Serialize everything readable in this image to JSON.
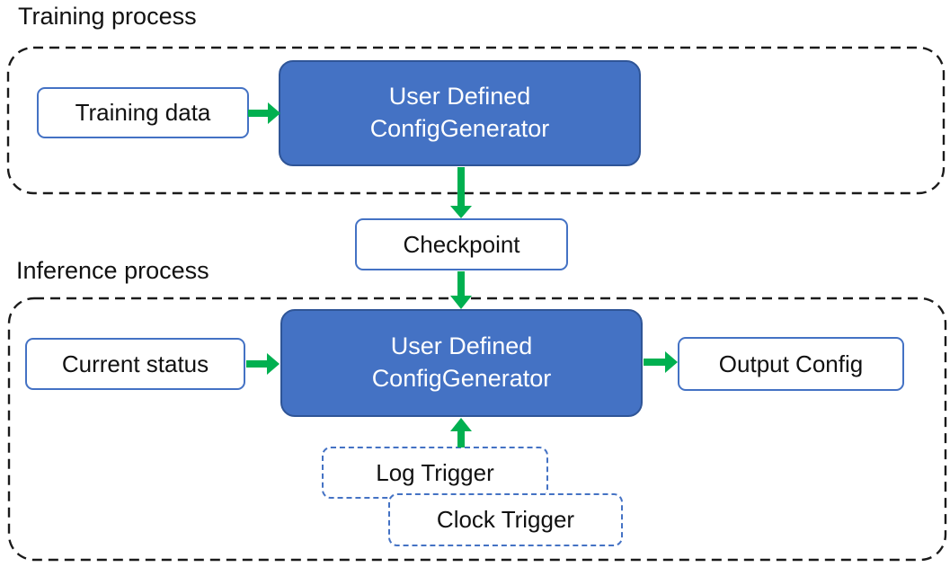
{
  "colors": {
    "node_fill": "#4472C4",
    "node_border": "#2F5597",
    "light_border": "#4472C4",
    "arrow_green": "#00B050",
    "container_dash": "#1a1a1a",
    "text_dark": "#111111",
    "text_light": "#ffffff"
  },
  "training": {
    "section_label": "Training process",
    "training_data_label": "Training data",
    "generator_line1": "User Defined",
    "generator_line2": "ConfigGenerator"
  },
  "checkpoint_label": "Checkpoint",
  "inference": {
    "section_label": "Inference process",
    "current_status_label": "Current status",
    "generator_line1": "User Defined",
    "generator_line2": "ConfigGenerator",
    "output_config_label": "Output Config",
    "log_trigger_label": "Log Trigger",
    "clock_trigger_label": "Clock Trigger"
  },
  "edges": [
    {
      "from": "training-data",
      "to": "training-generator"
    },
    {
      "from": "training-generator",
      "to": "checkpoint"
    },
    {
      "from": "checkpoint",
      "to": "inference-generator"
    },
    {
      "from": "current-status",
      "to": "inference-generator"
    },
    {
      "from": "inference-generator",
      "to": "output-config"
    },
    {
      "from": "log-trigger",
      "to": "inference-generator"
    }
  ]
}
